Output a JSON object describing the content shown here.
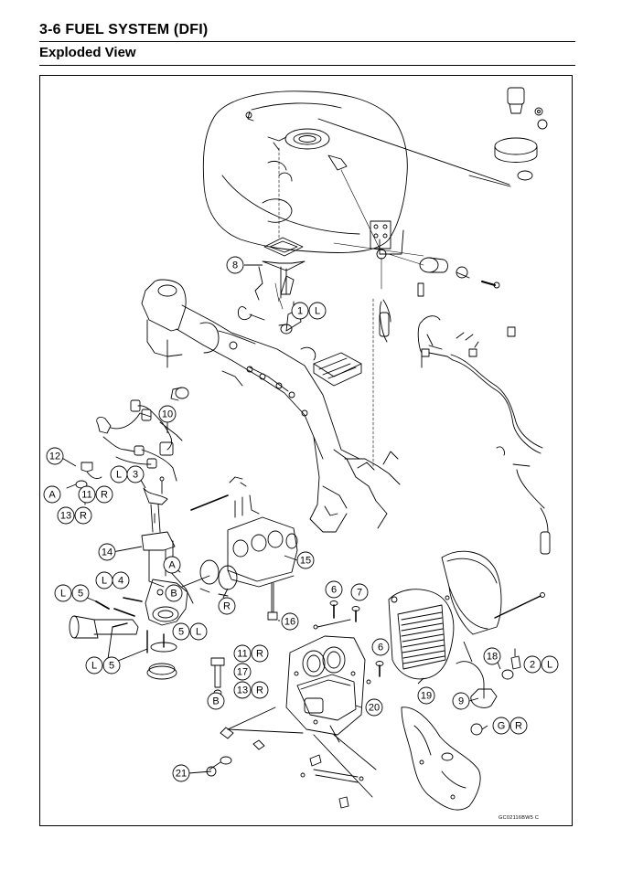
{
  "header": {
    "section_title": "3-6 FUEL SYSTEM (DFI)",
    "page_subtitle": "Exploded View"
  },
  "figure": {
    "code": "GC02116BW5 C",
    "callouts": [
      {
        "id": "c8",
        "text": "8"
      },
      {
        "id": "c1a",
        "text": "1"
      },
      {
        "id": "c1b",
        "text": "L"
      },
      {
        "id": "c10",
        "text": "10"
      },
      {
        "id": "c12",
        "text": "12"
      },
      {
        "id": "cA1",
        "text": "A"
      },
      {
        "id": "c11a",
        "text": "11"
      },
      {
        "id": "c11b",
        "text": "R"
      },
      {
        "id": "c13a",
        "text": "13"
      },
      {
        "id": "c13b",
        "text": "R"
      },
      {
        "id": "cL3",
        "text": "L"
      },
      {
        "id": "c3",
        "text": "3"
      },
      {
        "id": "c14",
        "text": "14"
      },
      {
        "id": "cL4",
        "text": "L"
      },
      {
        "id": "c4",
        "text": "4"
      },
      {
        "id": "cA2",
        "text": "A"
      },
      {
        "id": "cB1",
        "text": "B"
      },
      {
        "id": "cL5",
        "text": "L"
      },
      {
        "id": "c5a",
        "text": "5"
      },
      {
        "id": "c5b",
        "text": "5"
      },
      {
        "id": "cL5b",
        "text": "L"
      },
      {
        "id": "cL5c",
        "text": "L"
      },
      {
        "id": "c5c",
        "text": "5"
      },
      {
        "id": "c15",
        "text": "15"
      },
      {
        "id": "cR1",
        "text": "R"
      },
      {
        "id": "c16",
        "text": "16"
      },
      {
        "id": "c6a",
        "text": "6"
      },
      {
        "id": "c7",
        "text": "7"
      },
      {
        "id": "c6b",
        "text": "6"
      },
      {
        "id": "c11c",
        "text": "11"
      },
      {
        "id": "c11d",
        "text": "R"
      },
      {
        "id": "c17",
        "text": "17"
      },
      {
        "id": "c13c",
        "text": "13"
      },
      {
        "id": "c13d",
        "text": "R"
      },
      {
        "id": "cB2",
        "text": "B"
      },
      {
        "id": "c18",
        "text": "18"
      },
      {
        "id": "c2a",
        "text": "2"
      },
      {
        "id": "c2b",
        "text": "L"
      },
      {
        "id": "c19",
        "text": "19"
      },
      {
        "id": "c9",
        "text": "9"
      },
      {
        "id": "c20",
        "text": "20"
      },
      {
        "id": "cG",
        "text": "G"
      },
      {
        "id": "cGR",
        "text": "R"
      },
      {
        "id": "c21",
        "text": "21"
      }
    ]
  }
}
